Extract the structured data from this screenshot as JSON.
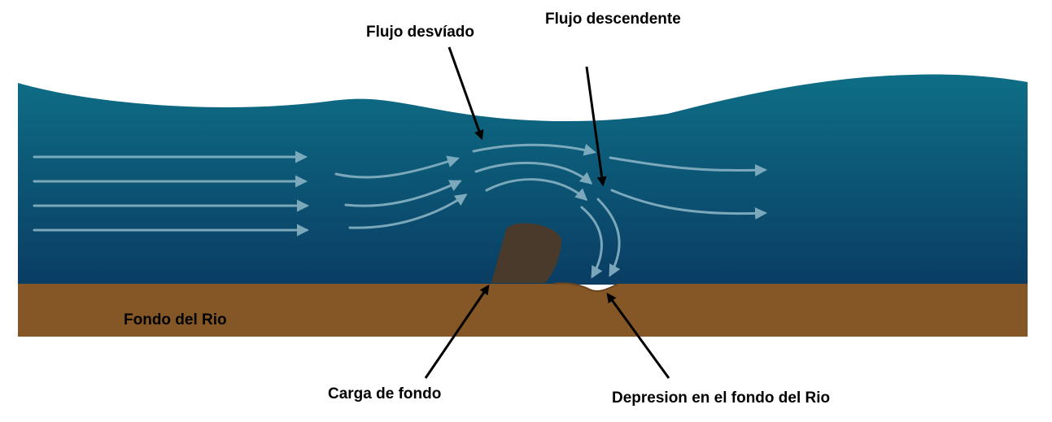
{
  "labels": {
    "deflected_flow": "Flujo desvíado",
    "downward_flow": "Flujo descendente",
    "riverbed": "Fondo del Rio",
    "bed_load": "Carga de fondo",
    "bed_depression": "Depresion en el fondo del Rio"
  },
  "colors": {
    "water_top": "#0e6e86",
    "water_bottom": "#0a3d63",
    "riverbed": "#855726",
    "boulder": "#4a3a2c",
    "flow_arrow": "#8fb8c8",
    "pointer": "#000000"
  }
}
